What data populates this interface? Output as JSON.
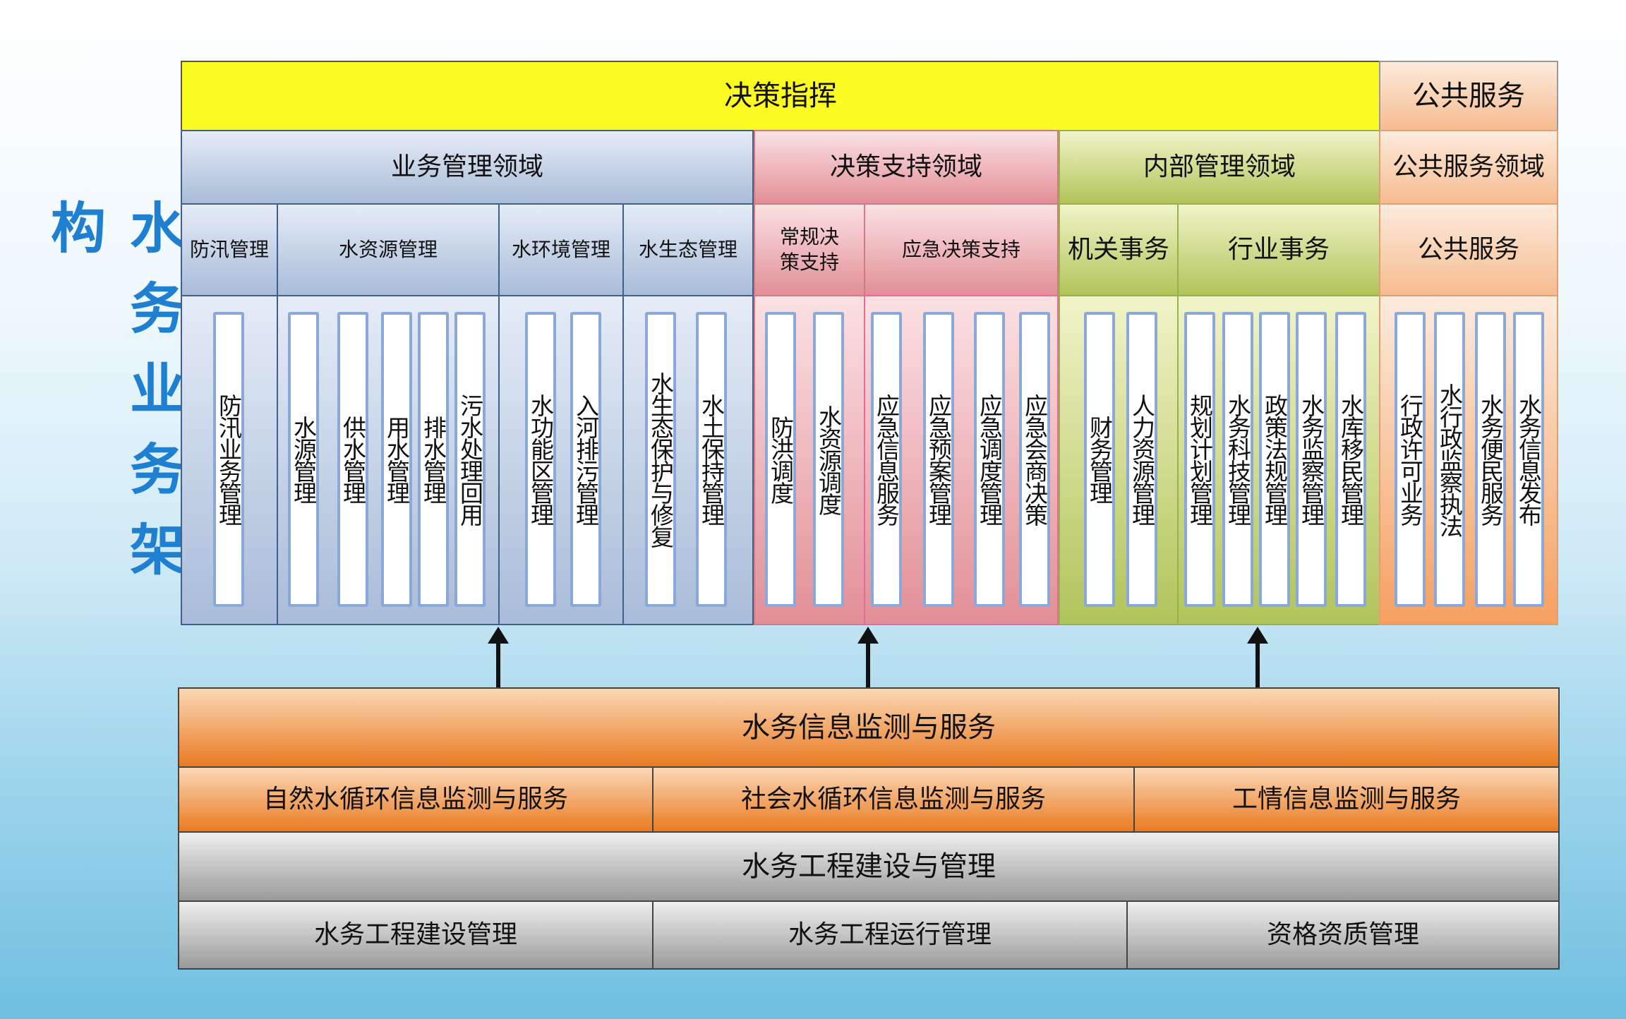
{
  "title": "水务业务架构",
  "top": {
    "decision": "决策指挥",
    "public": "公共服务"
  },
  "domains": [
    "业务管理领域",
    "决策支持领域",
    "内部管理领域",
    "公共服务领域"
  ],
  "categories": [
    "防汛管理",
    "水资源管理",
    "水环境管理",
    "水生态管理",
    "常规决策支持",
    "应急决策支持",
    "机关事务",
    "行业事务",
    "公共服务"
  ],
  "items": [
    "防汛业务管理",
    "水源管理",
    "供水管理",
    "用水管理",
    "排水管理",
    "污水处理回用",
    "水功能区管理",
    "入河排污管理",
    "水生态保护与修复",
    "水土保持管理",
    "防洪调度",
    "水资源调度",
    "应急信息服务",
    "应急预案管理",
    "应急调度管理",
    "应急会商决策",
    "财务管理",
    "人力资源管理",
    "规划计划管理",
    "水务科技管理",
    "政策法规管理",
    "水务监察管理",
    "水库移民管理",
    "行政许可业务",
    "水行政监察执法",
    "水务便民服务",
    "水务信息发布"
  ],
  "monitor": {
    "title": "水务信息监测与服务",
    "subs": [
      "自然水循环信息监测与服务",
      "社会水循环信息监测与服务",
      "工情信息监测与服务"
    ]
  },
  "engineering": {
    "title": "水务工程建设与管理",
    "subs": [
      "水务工程建设管理",
      "水务工程运行管理",
      "资格资质管理"
    ]
  }
}
